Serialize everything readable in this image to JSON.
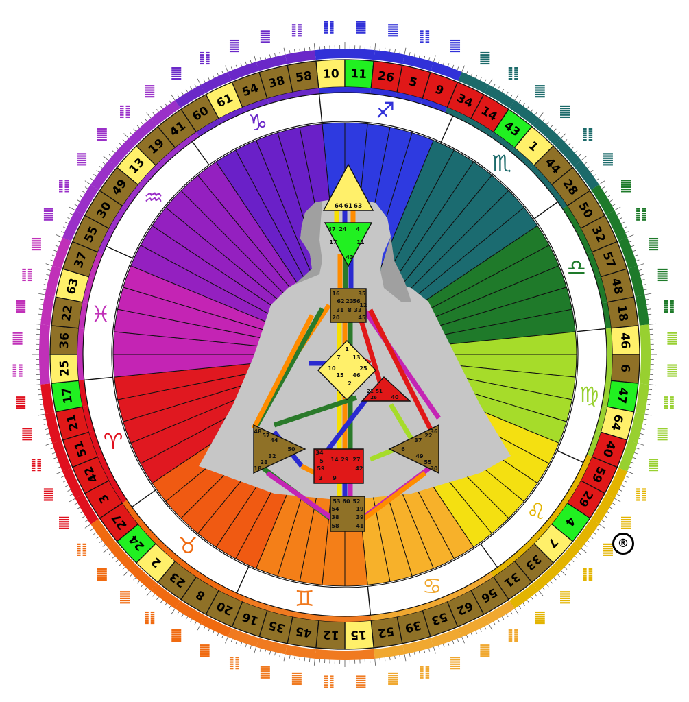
{
  "wheel": {
    "gates": [
      {
        "n": "10",
        "c": "yellow"
      },
      {
        "n": "11",
        "c": "green"
      },
      {
        "n": "26",
        "c": "red"
      },
      {
        "n": "5",
        "c": "red"
      },
      {
        "n": "9",
        "c": "red"
      },
      {
        "n": "34",
        "c": "red"
      },
      {
        "n": "14",
        "c": "red"
      },
      {
        "n": "43",
        "c": "green"
      },
      {
        "n": "1",
        "c": "yellow"
      },
      {
        "n": "44",
        "c": "brown"
      },
      {
        "n": "28",
        "c": "brown"
      },
      {
        "n": "50",
        "c": "brown"
      },
      {
        "n": "32",
        "c": "brown"
      },
      {
        "n": "57",
        "c": "brown"
      },
      {
        "n": "48",
        "c": "brown"
      },
      {
        "n": "18",
        "c": "brown"
      },
      {
        "n": "46",
        "c": "yellow"
      },
      {
        "n": "6",
        "c": "brown"
      },
      {
        "n": "47",
        "c": "green"
      },
      {
        "n": "64",
        "c": "yellow"
      },
      {
        "n": "40",
        "c": "red"
      },
      {
        "n": "59",
        "c": "red"
      },
      {
        "n": "29",
        "c": "red"
      },
      {
        "n": "4",
        "c": "green"
      },
      {
        "n": "7",
        "c": "yellow"
      },
      {
        "n": "33",
        "c": "brown"
      },
      {
        "n": "31",
        "c": "brown"
      },
      {
        "n": "56",
        "c": "brown"
      },
      {
        "n": "62",
        "c": "brown"
      },
      {
        "n": "53",
        "c": "brown"
      },
      {
        "n": "39",
        "c": "brown"
      },
      {
        "n": "52",
        "c": "brown"
      },
      {
        "n": "15",
        "c": "yellow"
      },
      {
        "n": "12",
        "c": "brown"
      },
      {
        "n": "45",
        "c": "brown"
      },
      {
        "n": "35",
        "c": "brown"
      },
      {
        "n": "16",
        "c": "brown"
      },
      {
        "n": "20",
        "c": "brown"
      },
      {
        "n": "8",
        "c": "brown"
      },
      {
        "n": "23",
        "c": "brown"
      },
      {
        "n": "2",
        "c": "yellow"
      },
      {
        "n": "24",
        "c": "green"
      },
      {
        "n": "27",
        "c": "red"
      },
      {
        "n": "3",
        "c": "red"
      },
      {
        "n": "42",
        "c": "red"
      },
      {
        "n": "51",
        "c": "red"
      },
      {
        "n": "21",
        "c": "red"
      },
      {
        "n": "17",
        "c": "green"
      },
      {
        "n": "25",
        "c": "yellow"
      },
      {
        "n": "36",
        "c": "brown"
      },
      {
        "n": "22",
        "c": "brown"
      },
      {
        "n": "63",
        "c": "yellow"
      },
      {
        "n": "37",
        "c": "brown"
      },
      {
        "n": "55",
        "c": "brown"
      },
      {
        "n": "30",
        "c": "brown"
      },
      {
        "n": "49",
        "c": "brown"
      },
      {
        "n": "13",
        "c": "yellow"
      },
      {
        "n": "19",
        "c": "brown"
      },
      {
        "n": "41",
        "c": "brown"
      },
      {
        "n": "60",
        "c": "brown"
      },
      {
        "n": "61",
        "c": "yellow"
      },
      {
        "n": "54",
        "c": "brown"
      },
      {
        "n": "38",
        "c": "brown"
      },
      {
        "n": "58",
        "c": "brown"
      }
    ],
    "signs": [
      {
        "glyph": "♐",
        "color": "#3131d8"
      },
      {
        "glyph": "♏",
        "color": "#1c6a6a"
      },
      {
        "glyph": "♎",
        "color": "#1e7a2a"
      },
      {
        "glyph": "♍",
        "color": "#98d030"
      },
      {
        "glyph": "♌",
        "color": "#e3b400"
      },
      {
        "glyph": "♋",
        "color": "#f0a830"
      },
      {
        "glyph": "♊",
        "color": "#f07a20"
      },
      {
        "glyph": "♉",
        "color": "#f06a10"
      },
      {
        "glyph": "♈",
        "color": "#e0101e"
      },
      {
        "glyph": "♓",
        "color": "#c030b8"
      },
      {
        "glyph": "♒",
        "color": "#9a30c8"
      },
      {
        "glyph": "♑",
        "color": "#6a28c8"
      }
    ],
    "colors": {
      "yellow": "#fff06a",
      "green": "#21f021",
      "red": "#e01818",
      "brown": "#8f7127",
      "line": "#1a1a1a",
      "head": "#c8c8c8",
      "headDark": "#a8a8a8"
    },
    "registered": "®"
  },
  "centers": {
    "head": [
      "64",
      "61",
      "63"
    ],
    "ajna": [
      "47",
      "24",
      "4",
      "17",
      "11",
      "43"
    ],
    "throat": [
      "16",
      "62",
      "23",
      "56",
      "35",
      "12",
      "31",
      "8",
      "33",
      "45",
      "20"
    ],
    "g": [
      "1",
      "7",
      "13",
      "10",
      "15",
      "46",
      "25",
      "2"
    ],
    "ego": [
      "21",
      "51",
      "26",
      "40"
    ],
    "spleen": [
      "48",
      "57",
      "44",
      "50",
      "32",
      "28",
      "18"
    ],
    "sacral": [
      "34",
      "5",
      "14",
      "29",
      "27",
      "59",
      "42",
      "3",
      "9"
    ],
    "solar": [
      "36",
      "22",
      "37",
      "6",
      "49",
      "55",
      "30"
    ],
    "root": [
      "53",
      "60",
      "52",
      "54",
      "19",
      "38",
      "39",
      "58",
      "41"
    ]
  }
}
